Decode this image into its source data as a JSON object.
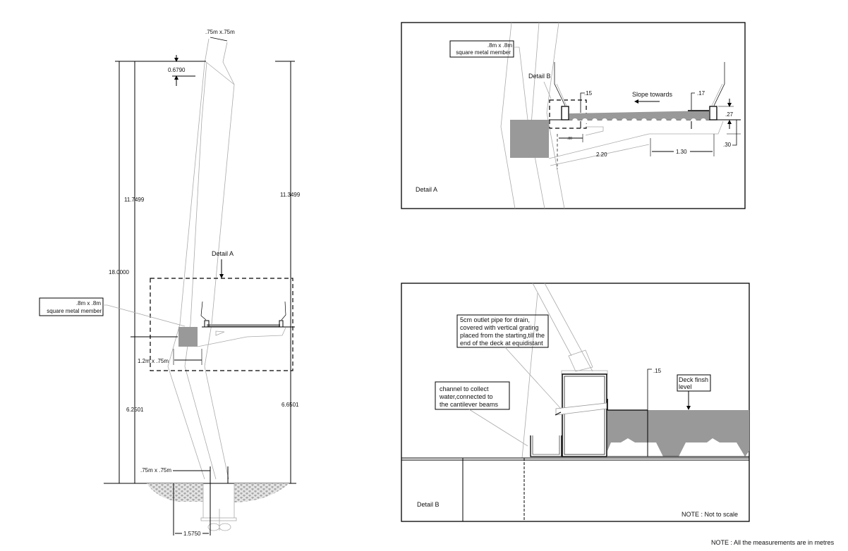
{
  "main_elevation": {
    "top_member_label": ".75m x.75m",
    "top_offset_dim": "0.6790",
    "left_upper_dim": "11.7499",
    "right_upper_dim": "11.3499",
    "total_height_dim": "18.0000",
    "left_lower_dim": "6.2501",
    "right_lower_dim": "6.6501",
    "detail_callout": "Detail A",
    "member_callout_line1": ".8m x .8m",
    "member_callout_line2": "square metal member",
    "cantilever_label": "1.2m x .75m",
    "base_member_label": ".75m x .75m",
    "base_offset_dim": "1.5750"
  },
  "detail_a": {
    "title": "Detail A",
    "member_callout_line1": ".8m x .8m",
    "member_callout_line2": "square metal member",
    "detail_b_callout": "Detail B",
    "slope_label": "Slope towards",
    "dim_left_thickness": ".15",
    "dim_right_thickness": ".17",
    "dim_curb_height": ".27",
    "dim_beam_depth": ".30",
    "dim_small_offset": ".80",
    "dim_cantilever_length": "2.20",
    "dim_end_length": "1.30"
  },
  "detail_b": {
    "title": "Detail B",
    "pipe_note_line1": "5cm outlet pipe for  drain,",
    "pipe_note_line2": "covered with vertical grating",
    "pipe_note_line3": "placed from the starting,till the",
    "pipe_note_line4": "end of the deck at equidistant",
    "channel_note_line1": "channel to collect",
    "channel_note_line2": "water,connected to",
    "channel_note_line3": "the cantilever beams",
    "deck_note_line1": "Deck finsh",
    "deck_note_line2": "level",
    "dim_thickness": ".15",
    "scale_note": "NOTE : Not to scale"
  },
  "footer": {
    "units_note": "NOTE : All the measurements are in metres"
  },
  "colors": {
    "fill_gray": "#999999",
    "line_black": "#000000",
    "line_gray": "#aaaaaa"
  }
}
